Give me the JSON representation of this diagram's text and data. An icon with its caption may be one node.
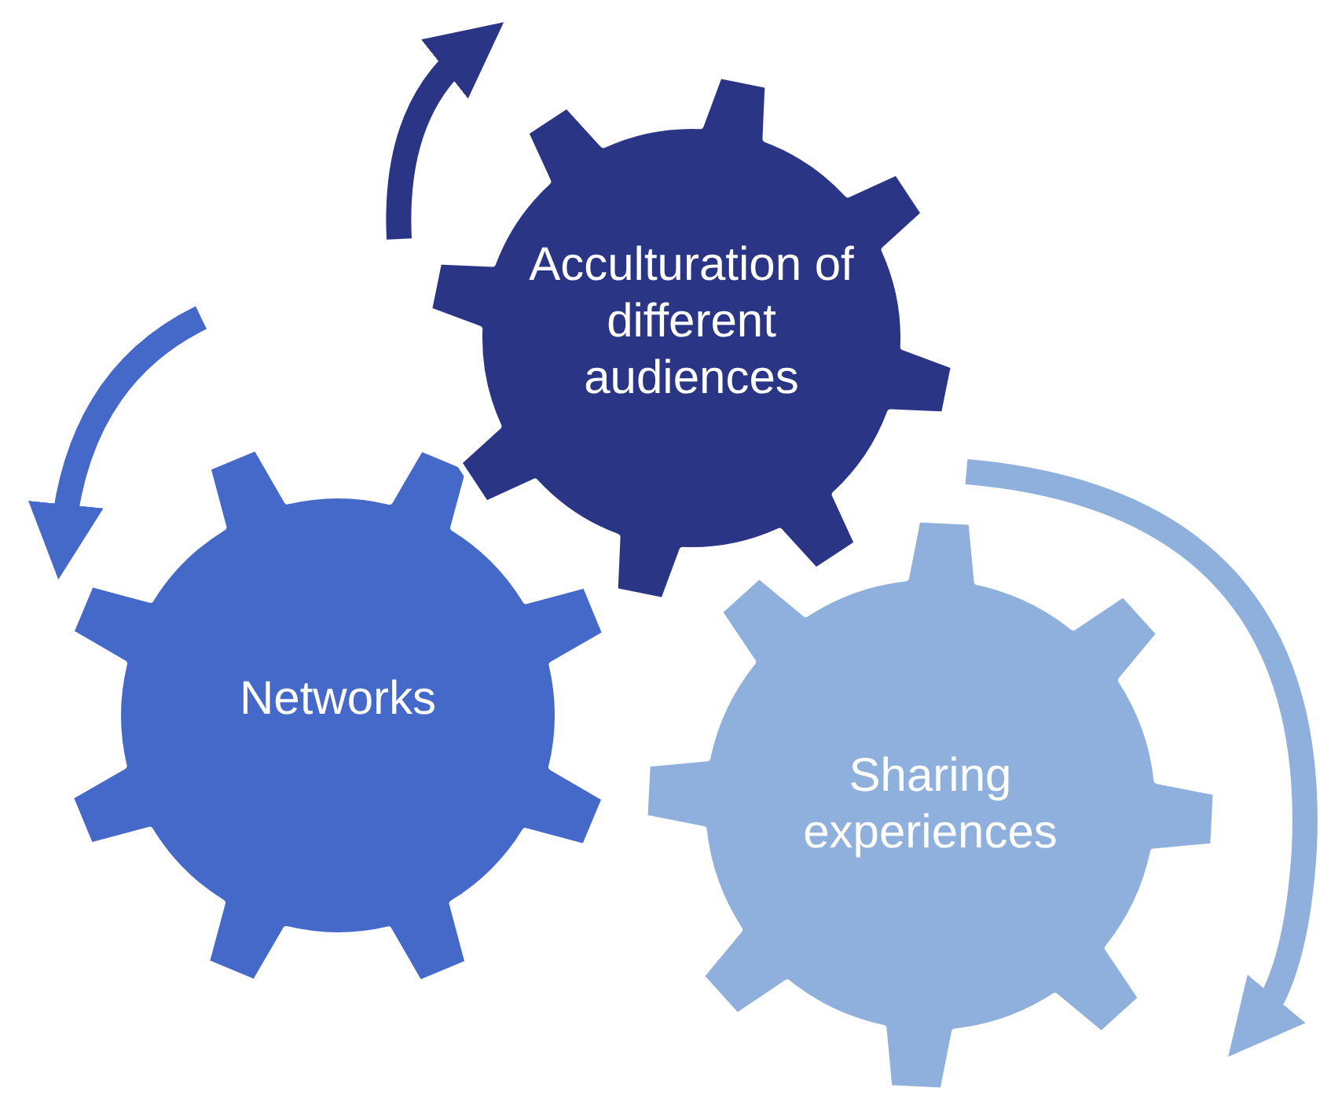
{
  "diagram": {
    "nodes": [
      {
        "text": [
          "Acculturation of different audiences"
        ]
      },
      {
        "text": [
          "Networks"
        ]
      },
      {
        "text": [
          "Sharing experiences"
        ]
      }
    ]
  }
}
